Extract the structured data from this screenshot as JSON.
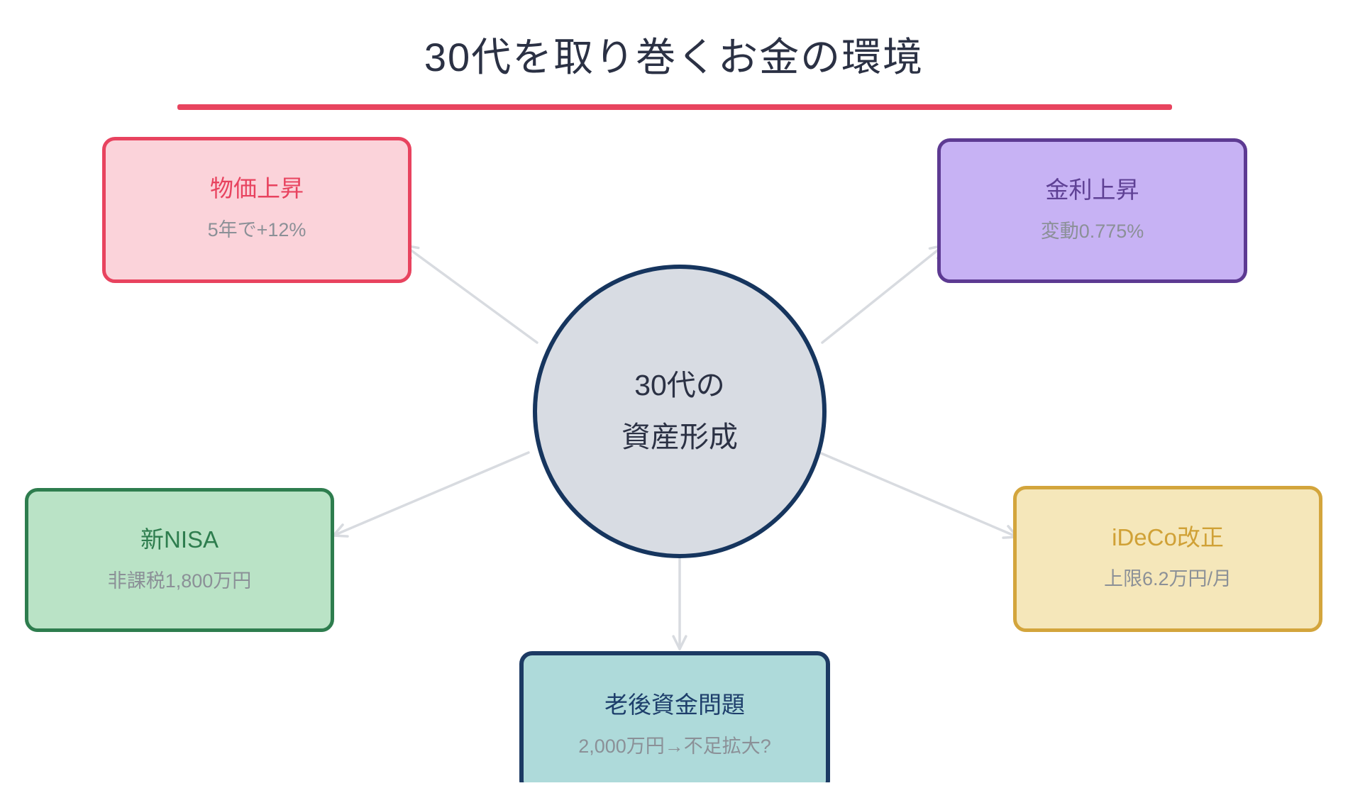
{
  "title": "30代を取り巻くお金の環境",
  "colors": {
    "title_text": "#2b3144",
    "accent_underline": "#e8445f",
    "arrow": "#d8dbe0",
    "subtitle_text": "#8b9097",
    "background": "#ffffff"
  },
  "center": {
    "id": "center",
    "label_line1": "30代の",
    "label_line2": "資産形成",
    "fill": "#d8dce3",
    "border": "#16355e",
    "text_color": "#2b3144"
  },
  "nodes": [
    {
      "id": "inflation",
      "title": "物価上昇",
      "subtitle": "5年で+12%",
      "fill": "#fbd3da",
      "border": "#e8435f",
      "title_color": "#e8435f"
    },
    {
      "id": "interest-rate",
      "title": "金利上昇",
      "subtitle": "変動0.775%",
      "fill": "#c7b2f4",
      "border": "#5d3a92",
      "title_color": "#5e4094"
    },
    {
      "id": "new-nisa",
      "title": "新NISA",
      "subtitle": "非課税1,800万円",
      "fill": "#bae3c6",
      "border": "#2e7d4e",
      "title_color": "#2e7d4e"
    },
    {
      "id": "ideco",
      "title": "iDeCo改正",
      "subtitle": "上限6.2万円/月",
      "fill": "#f5e7ba",
      "border": "#d3a53c",
      "title_color": "#d0a136"
    },
    {
      "id": "retirement",
      "title": "老後資金問題",
      "subtitle": "2,000万円→不足拡大?",
      "fill": "#aedada",
      "border": "#1c3a63",
      "title_color": "#1d3e6b"
    }
  ],
  "connections": [
    {
      "from": "center",
      "to": "inflation"
    },
    {
      "from": "center",
      "to": "interest-rate"
    },
    {
      "from": "center",
      "to": "new-nisa"
    },
    {
      "from": "center",
      "to": "ideco"
    },
    {
      "from": "center",
      "to": "retirement"
    }
  ]
}
